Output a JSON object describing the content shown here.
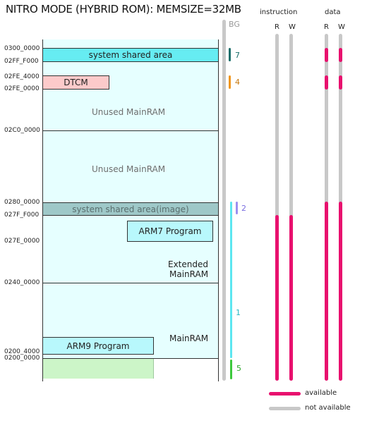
{
  "title": "NITRO MODE (HYBRID ROM): MEMSIZE=32MB",
  "addresses": {
    "a1": "0300_0000",
    "a2": "02FF_F000",
    "a3": "02FE_4000",
    "a4": "02FE_0000",
    "a5": "02C0_0000",
    "a6": "0280_0000",
    "a7": "027F_F000",
    "a8": "027E_0000",
    "a9": "0240_0000",
    "a10": "0200_4000",
    "a11": "0200_0000"
  },
  "regions": {
    "system_shared": "system shared area",
    "dtcm": "DTCM",
    "unused1": "Unused MainRAM",
    "unused2": "Unused MainRAM",
    "shared_image": "system shared area(image)",
    "arm7": "ARM7 Program",
    "extended1": "Extended",
    "extended2": "MainRAM",
    "mainram": "MainRAM",
    "arm9": "ARM9 Program"
  },
  "bg": {
    "header": "BG",
    "levels": [
      {
        "label": "7",
        "color": "#1a6e6a"
      },
      {
        "label": "4",
        "color": "#f0961e"
      },
      {
        "label": "2",
        "color": "#9b8ff0"
      },
      {
        "label": "1",
        "color": "#5ce6f0"
      },
      {
        "label": "5",
        "color": "#3cc83c"
      }
    ]
  },
  "access": {
    "instruction_header": "instruction",
    "data_header": "data",
    "r": "R",
    "w": "W"
  },
  "legend": {
    "available": "available",
    "not_available": "not available",
    "available_color": "#e8106e",
    "not_available_color": "#c8c8c8"
  }
}
